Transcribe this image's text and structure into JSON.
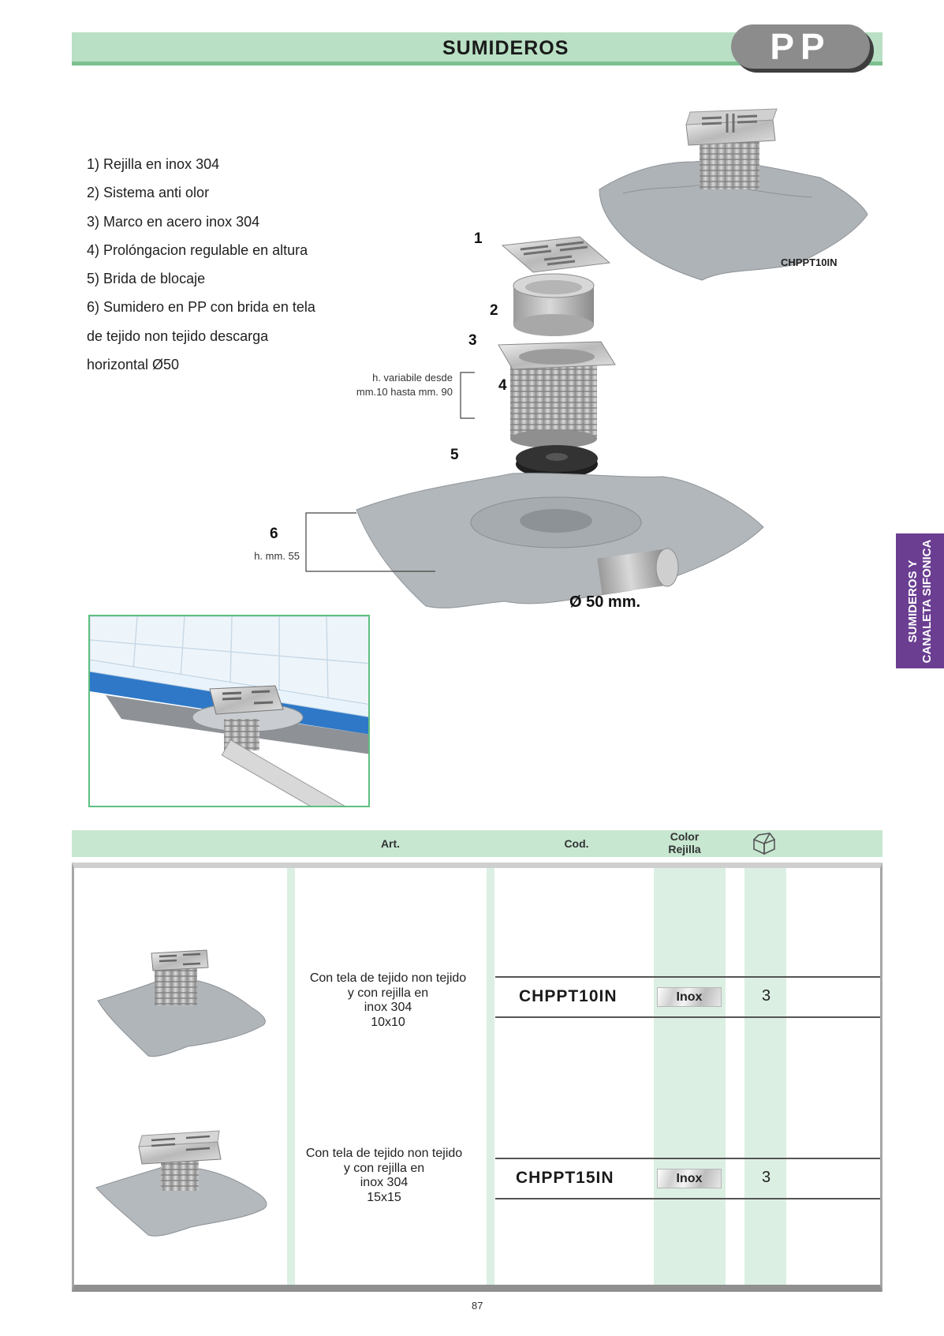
{
  "header": {
    "title": "SUMIDEROS",
    "badge": "PP"
  },
  "features": [
    "1) Rejilla en inox 304",
    "2) Sistema anti olor",
    "3) Marco en acero inox 304",
    "4) Prolóngacion regulable en altura",
    "5) Brida de blocaje",
    "6) Sumidero en PP con brida en tela",
    "de tejido non tejido descarga",
    "horizontal Ø50"
  ],
  "diagram": {
    "callouts": [
      "1",
      "2",
      "3",
      "4",
      "5",
      "6"
    ],
    "height_note_line1": "h. variabile desde",
    "height_note_line2": "mm.10 hasta mm. 90",
    "base_height_note": "h. mm. 55",
    "diameter_label": "Ø 50 mm.",
    "photo_code": "CHPPT10IN"
  },
  "side_tab": {
    "line1": "SUMIDEROS Y",
    "line2": "CANALETA SIFONICA"
  },
  "table": {
    "headers": {
      "art": "Art.",
      "cod": "Cod.",
      "color_line1": "Color",
      "color_line2": "Rejilla"
    },
    "rows": [
      {
        "desc_line1": "Con tela de tejido non tejido",
        "desc_line2": "y con rejilla en",
        "desc_line3": "inox 304",
        "desc_line4": "10x10",
        "code": "CHPPT10IN",
        "color": "Inox",
        "qty": "3"
      },
      {
        "desc_line1": "Con tela de tejido non tejido",
        "desc_line2": "y con rejilla en",
        "desc_line3": "inox 304",
        "desc_line4": "15x15",
        "code": "CHPPT15IN",
        "color": "Inox",
        "qty": "3"
      }
    ]
  },
  "page_number": "87",
  "colors": {
    "header_green": "#b9e0c4",
    "header_line": "#7dc08f",
    "badge_gray": "#8c8c8c",
    "side_tab_purple": "#6b3e92",
    "stripe_green": "#dcefe3"
  }
}
